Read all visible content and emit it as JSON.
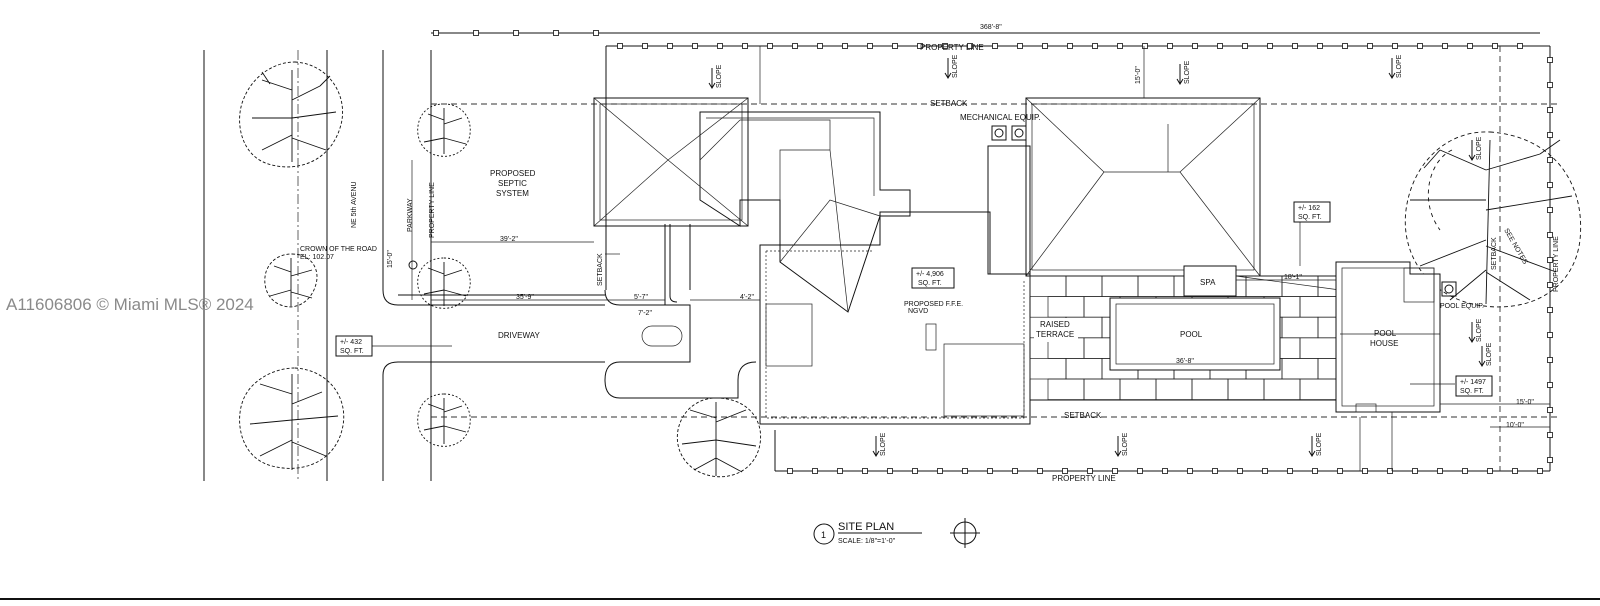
{
  "labels": {
    "top_dimension": "368'-8\"",
    "property_line_top": "PROPERTY LINE",
    "property_line_bottom": "PROPERTY LINE",
    "property_line_left": "PROPERTY LINE",
    "property_line_right": "PROPERTY LINE",
    "setback_top": "SETBACK",
    "setback_bottom": "SETBACK",
    "setback_left": "SETBACK",
    "setback_right": "SETBACK",
    "mechanical": "MECHANICAL EQUIP.",
    "septic_line1": "PROPOSED",
    "septic_line2": "SEPTIC",
    "septic_line3": "SYSTEM",
    "street": "NE 5th AVENU",
    "parkway": "PARKWAY",
    "crown_line1": "CROWN OF THE ROAD",
    "crown_line2": "EL: 102.07",
    "driveway": "DRIVEWAY",
    "driveway_area_line1": "+/- 432",
    "driveway_area_line2": "SQ. FT.",
    "house_area_line1": "+/- 4,906",
    "house_area_line2": "SQ. FT.",
    "ffe_line1": "PROPOSED F.F.E.",
    "ffe_line2": "NGVD",
    "spa_area_line1": "+/- 162",
    "spa_area_line2": "SQ. FT.",
    "spa": "SPA",
    "raised_line1": "RAISED",
    "raised_line2": "TERRACE",
    "pool": "POOL",
    "pool_dim": "36'-8\"",
    "pool_house_line1": "POOL",
    "pool_house_line2": "HOUSE",
    "pool_equip": "POOL EQUIP.",
    "poolhouse_area_line1": "+/- 1497",
    "poolhouse_area_line2": "SQ. FT.",
    "slope": "SLOPE",
    "site_plan_number": "1",
    "site_plan_title": "SITE PLAN",
    "site_plan_scale": "SCALE: 1/8\"=1'-0\"",
    "dim_septic": "39'-2\"",
    "dim_drive_a": "35'-9\"",
    "dim_drive_b": "5'-7\"",
    "dim_drive_c": "7'-2\"",
    "dim_drive_d": "4'-2\"",
    "dim_spa": "18'-1\"",
    "dim_right": "15'-0\"",
    "dim_side": "10'-0\"",
    "dim_left_v": "15'-0\"",
    "dim_top_v": "15'-0\"",
    "tree_note": "SEE NOTES"
  },
  "watermark": "A11606806 © Miami MLS® 2024",
  "colors": {
    "ink": "#111111",
    "watermark": "#8a8a8a",
    "background": "#ffffff"
  }
}
